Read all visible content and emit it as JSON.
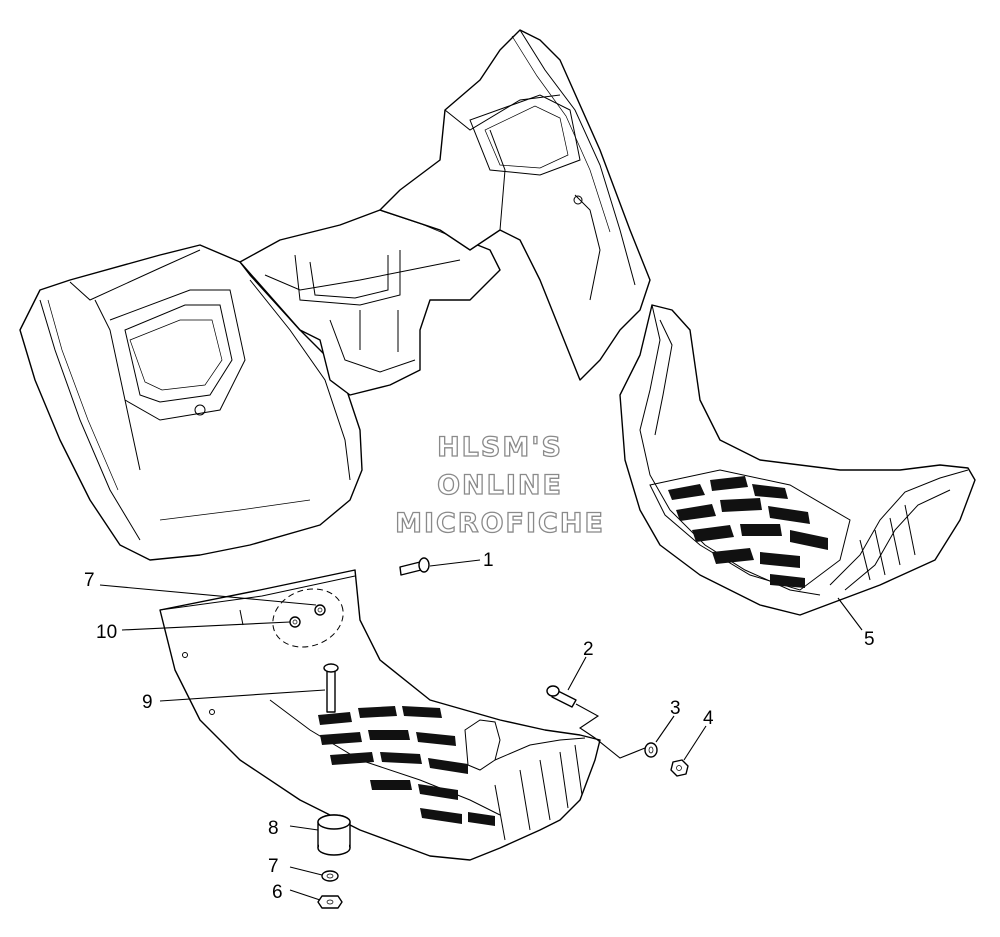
{
  "watermark": {
    "line1": "HLSM'S",
    "line2": "ONLINE",
    "line3": "MICROFICHE"
  },
  "callouts": [
    {
      "id": "1",
      "label": "1"
    },
    {
      "id": "2",
      "label": "2"
    },
    {
      "id": "3",
      "label": "3"
    },
    {
      "id": "4",
      "label": "4"
    },
    {
      "id": "5",
      "label": "5"
    },
    {
      "id": "6",
      "label": "6"
    },
    {
      "id": "7a",
      "label": "7"
    },
    {
      "id": "7b",
      "label": "7"
    },
    {
      "id": "8",
      "label": "8"
    },
    {
      "id": "9",
      "label": "9"
    },
    {
      "id": "10",
      "label": "10"
    }
  ]
}
